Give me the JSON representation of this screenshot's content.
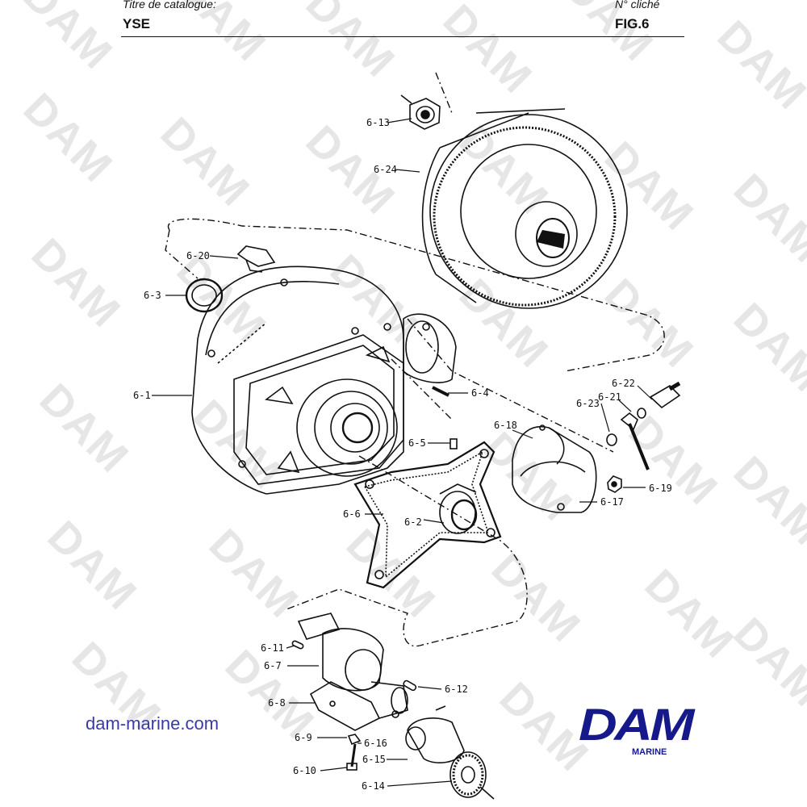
{
  "header": {
    "catalog_label": "Titre de catalogue:",
    "catalog_value": "YSE",
    "plate_label": "N° cliché",
    "plate_value": "FIG.6"
  },
  "watermark_text": "DAM",
  "website": "dam-marine.com",
  "logo": {
    "main": "DAM",
    "sub": "MARINE",
    "color": "#15198a"
  },
  "callouts": {
    "p13": "6-13",
    "p24": "6-24",
    "p20": "6-20",
    "p3": "6-3",
    "p1": "6-1",
    "p4": "6-4",
    "p22": "6-22",
    "p21": "6-21",
    "p23": "6-23",
    "p18": "6-18",
    "p5": "6-5",
    "p19": "6-19",
    "p17": "6-17",
    "p6": "6-6",
    "p2": "6-2",
    "p11": "6-11",
    "p7": "6-7",
    "p12": "6-12",
    "p8": "6-8",
    "p9": "6-9",
    "p16": "6-16",
    "p15": "6-15",
    "p10": "6-10",
    "p14": "6-14"
  }
}
